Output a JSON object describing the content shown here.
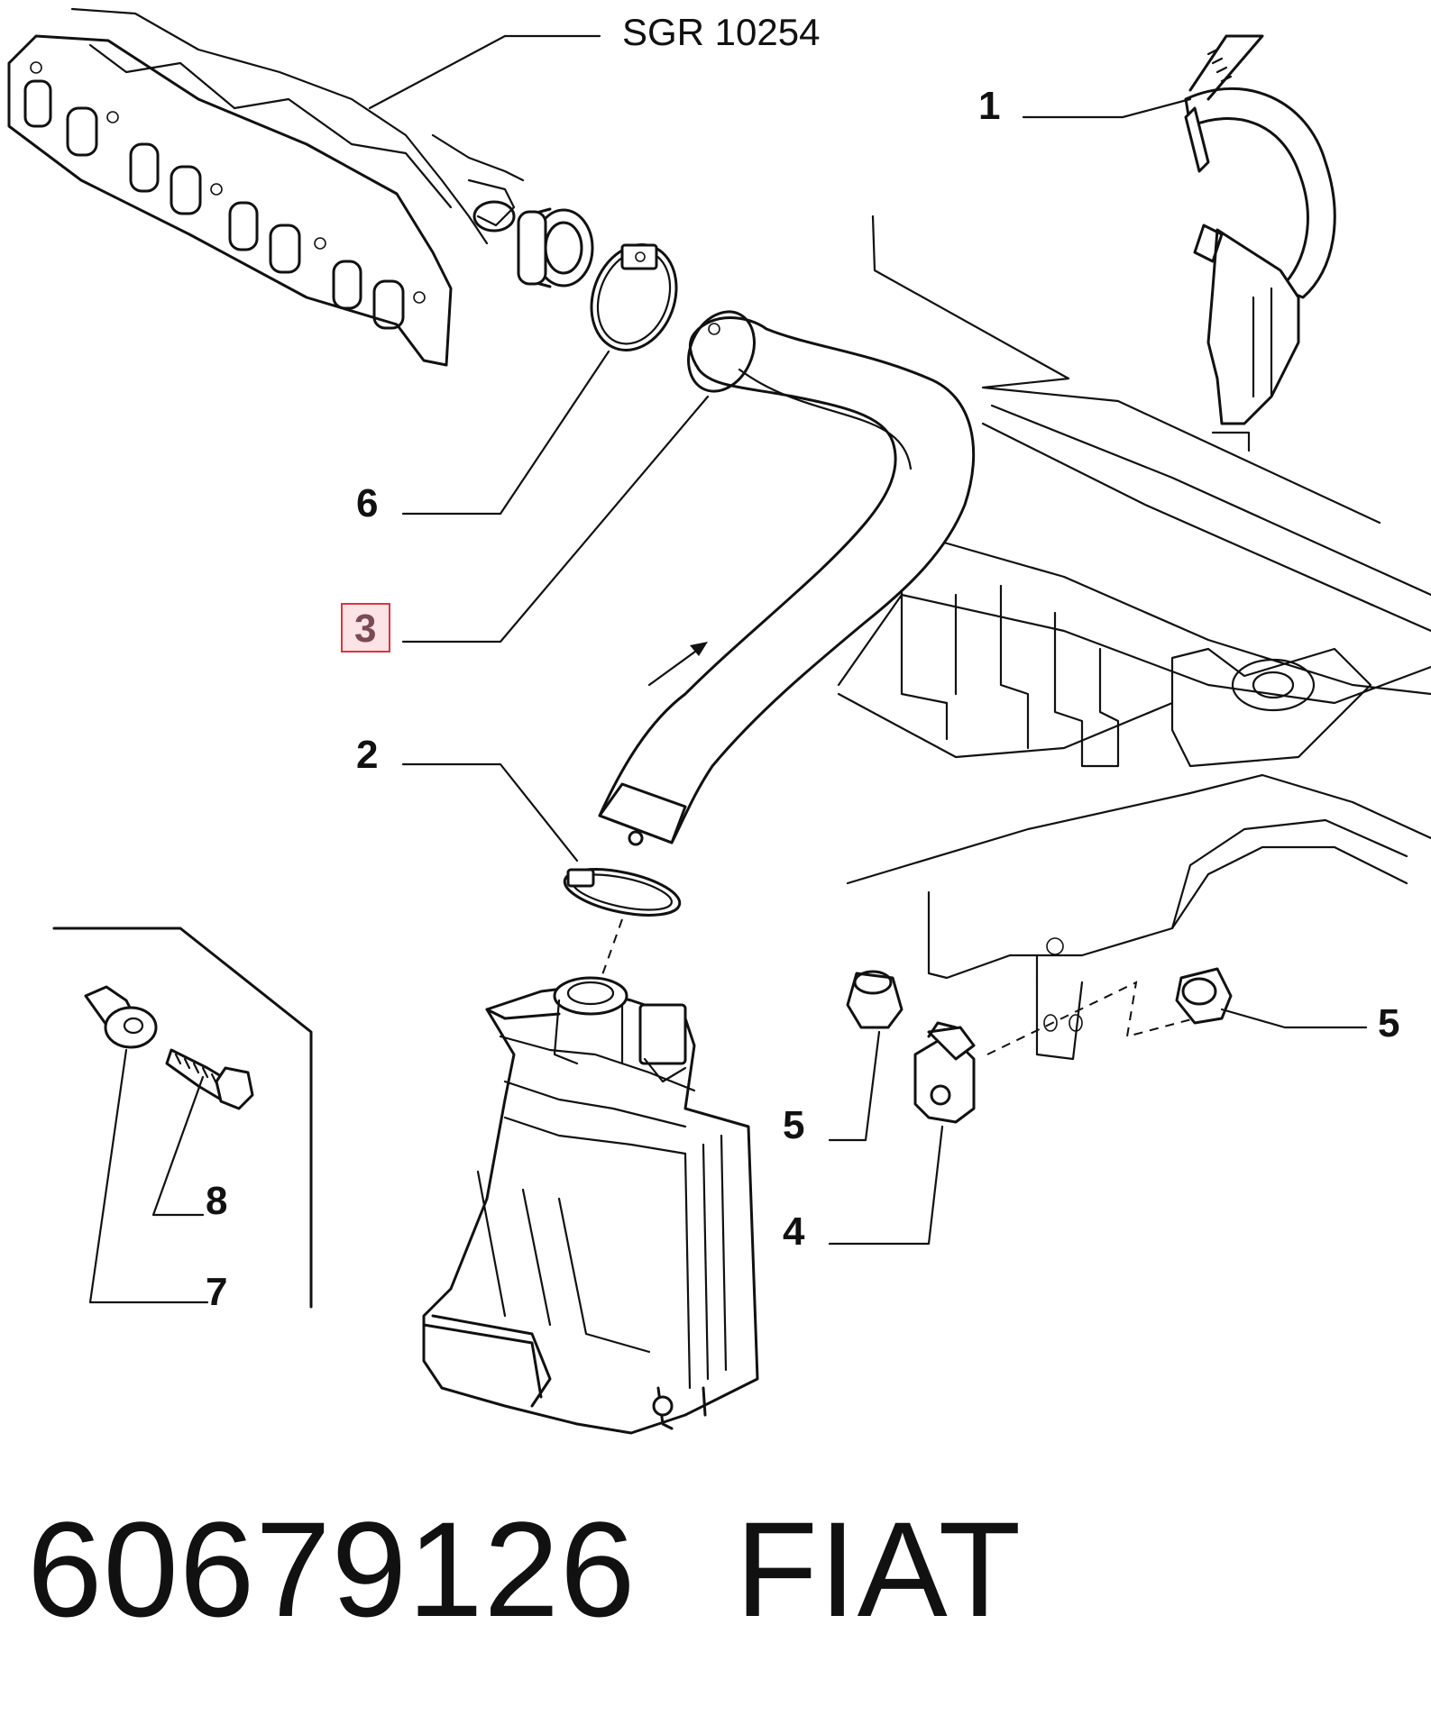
{
  "reference": "SGR 10254",
  "callouts": [
    {
      "id": "1",
      "label": "1"
    },
    {
      "id": "2",
      "label": "2"
    },
    {
      "id": "3",
      "label": "3",
      "highlighted": true
    },
    {
      "id": "4",
      "label": "4"
    },
    {
      "id": "5a",
      "label": "5"
    },
    {
      "id": "5b",
      "label": "5"
    },
    {
      "id": "6",
      "label": "6"
    },
    {
      "id": "7",
      "label": "7"
    },
    {
      "id": "8",
      "label": "8"
    }
  ],
  "footer": {
    "part_number": "60679126",
    "brand": "FIAT"
  },
  "colors": {
    "highlight_border": "#d9363e",
    "highlight_fill": "#fbe3e6",
    "highlight_text": "#7a4a55",
    "line": "#111111"
  }
}
